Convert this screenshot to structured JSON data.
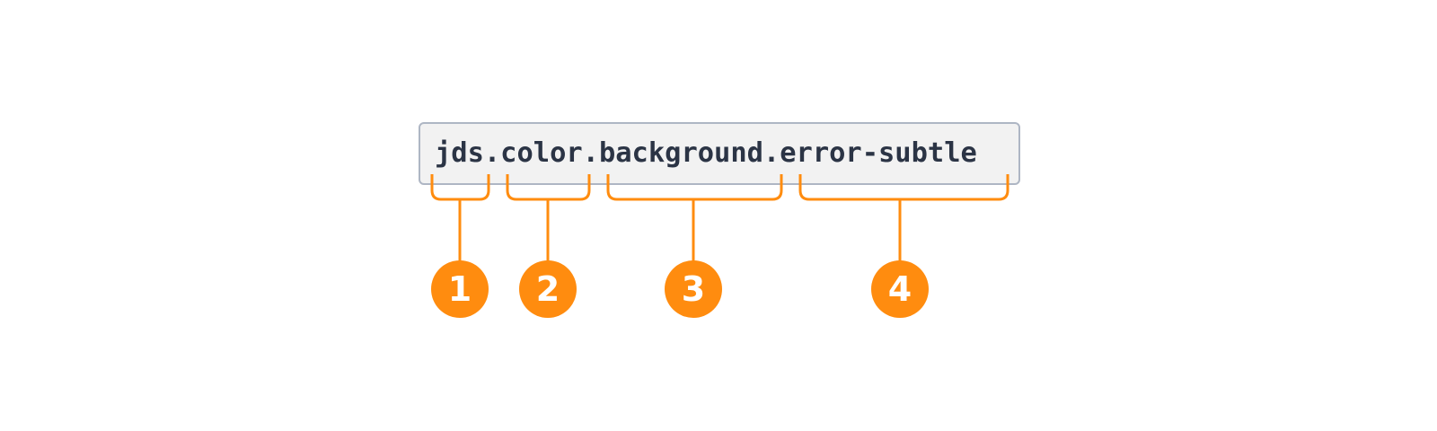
{
  "token": {
    "full_text": "jds.color.background.error-subtle",
    "segments": [
      "jds",
      "color",
      "background",
      "error-subtle"
    ]
  },
  "markers": [
    {
      "label": "1",
      "segment": "jds"
    },
    {
      "label": "2",
      "segment": "color"
    },
    {
      "label": "3",
      "segment": "background"
    },
    {
      "label": "4",
      "segment": "error-subtle"
    }
  ],
  "colors": {
    "accent": "#ff8c0f",
    "code_text": "#2b3445",
    "box_background": "#f2f2f2",
    "box_border": "#aeb6c4"
  }
}
